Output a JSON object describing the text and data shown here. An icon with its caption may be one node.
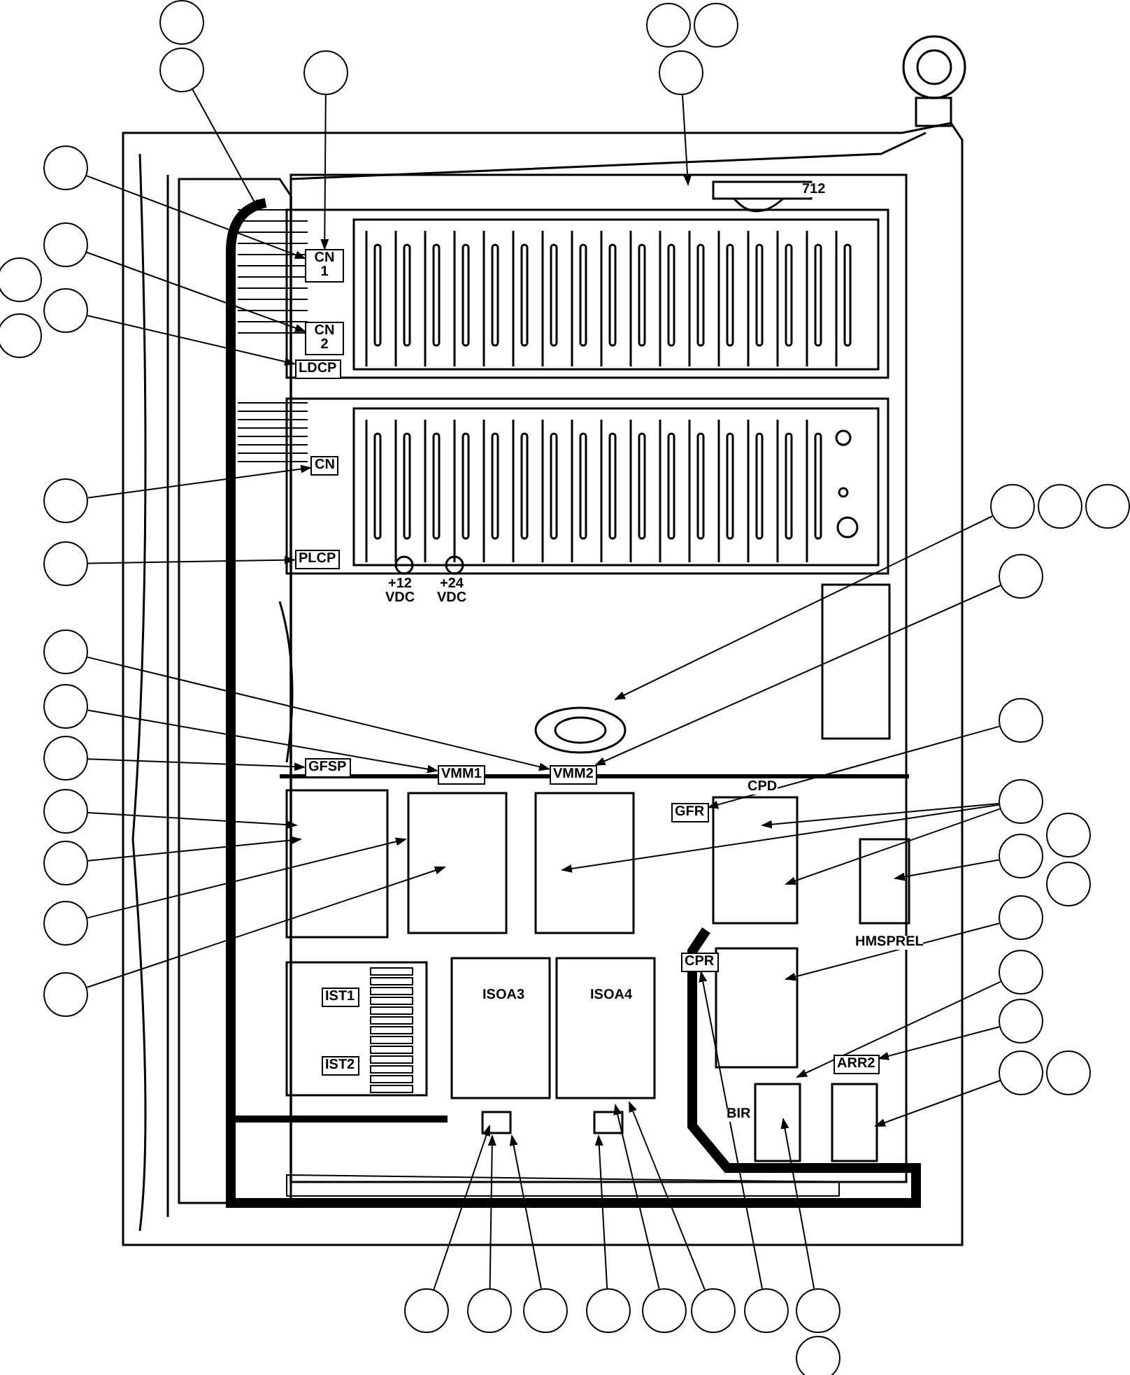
{
  "diagram": {
    "nodes": [
      {
        "text": [],
        "shape": "circle"
      },
      {
        "text": [],
        "shape": "circle"
      },
      {
        "text": [],
        "shape": "circle"
      },
      {
        "text": [],
        "shape": "circle"
      },
      {
        "text": [],
        "shape": "circle"
      },
      {
        "text": [],
        "shape": "circle"
      },
      {
        "text": [],
        "shape": "circle"
      },
      {
        "text": [],
        "shape": "circle"
      },
      {
        "text": [],
        "shape": "circle"
      },
      {
        "text": [],
        "shape": "circle"
      },
      {
        "text": [],
        "shape": "circle"
      },
      {
        "text": [],
        "shape": "circle"
      },
      {
        "text": [],
        "shape": "circle"
      },
      {
        "text": [],
        "shape": "circle"
      },
      {
        "text": [],
        "shape": "circle"
      },
      {
        "text": [],
        "shape": "circle"
      },
      {
        "text": [],
        "shape": "circle"
      },
      {
        "text": [],
        "shape": "circle"
      },
      {
        "text": [],
        "shape": "circle"
      },
      {
        "text": [],
        "shape": "circle"
      },
      {
        "text": [],
        "shape": "circle"
      },
      {
        "text": [],
        "shape": "circle"
      },
      {
        "text": [],
        "shape": "circle"
      },
      {
        "text": [],
        "shape": "circle"
      },
      {
        "text": [],
        "shape": "circle"
      },
      {
        "text": [],
        "shape": "circle"
      },
      {
        "text": [],
        "shape": "circle"
      },
      {
        "text": [],
        "shape": "circle"
      },
      {
        "text": [],
        "shape": "circle"
      },
      {
        "text": [],
        "shape": "circle"
      },
      {
        "text": [],
        "shape": "circle"
      },
      {
        "text": [],
        "shape": "circle"
      },
      {
        "text": [],
        "shape": "circle"
      },
      {
        "text": [],
        "shape": "circle"
      },
      {
        "text": [],
        "shape": "circle"
      },
      {
        "text": [],
        "shape": "circle"
      },
      {
        "text": [],
        "shape": "circle"
      },
      {
        "text": [],
        "shape": "circle"
      },
      {
        "text": [],
        "shape": "circle"
      },
      {
        "text": [],
        "shape": "circle"
      },
      {
        "text": [],
        "shape": "circle"
      },
      {
        "text": [],
        "shape": "circle"
      },
      {
        "text": [],
        "shape": "circle"
      },
      {
        "text": [
          "CN 1"
        ]
      },
      {
        "text": [
          "CN 2"
        ]
      },
      {
        "text": [
          "LDCP"
        ]
      },
      {
        "text": [
          "CN"
        ]
      },
      {
        "text": [
          "PLCP"
        ]
      },
      {
        "text": [
          "GFSP"
        ]
      },
      {
        "text": [
          "VMM1"
        ]
      },
      {
        "text": [
          "VMM2"
        ]
      },
      {
        "text": [
          "GFR"
        ]
      },
      {
        "text": [
          "CPR"
        ]
      },
      {
        "text": [
          "ARR2"
        ]
      },
      {
        "text": [
          "IST1"
        ]
      },
      {
        "text": [
          "IST2"
        ]
      }
    ],
    "edges": [
      {
        "from": 1,
        "to": null,
        "arrow": "to"
      },
      {
        "from": 2,
        "to": 43,
        "arrow": "to"
      },
      {
        "from": 5,
        "to": null,
        "arrow": "to"
      },
      {
        "from": 6,
        "to": 43,
        "arrow": "to"
      },
      {
        "from": 7,
        "to": 44,
        "arrow": "to"
      },
      {
        "from": 9,
        "to": 45,
        "arrow": "to"
      },
      {
        "from": 11,
        "to": 46,
        "arrow": "to"
      },
      {
        "from": 12,
        "to": 47,
        "arrow": "to"
      },
      {
        "from": 13,
        "to": 50,
        "arrow": "to"
      },
      {
        "from": 14,
        "to": 49,
        "arrow": "to"
      },
      {
        "from": 15,
        "to": 48,
        "arrow": "to"
      },
      {
        "from": 16,
        "to": null,
        "arrow": "to"
      },
      {
        "from": 17,
        "to": null,
        "arrow": "to"
      },
      {
        "from": 18,
        "to": null,
        "arrow": "to"
      },
      {
        "from": 19,
        "to": null,
        "arrow": "to"
      },
      {
        "from": 20,
        "to": null,
        "arrow": "to"
      },
      {
        "from": 23,
        "to": 50,
        "arrow": "to"
      },
      {
        "from": 24,
        "to": 51,
        "arrow": "to"
      },
      {
        "from": 25,
        "to": null,
        "arrow": "to"
      },
      {
        "from": 25,
        "to": null,
        "arrow": "to"
      },
      {
        "from": 25,
        "to": null,
        "arrow": "to"
      },
      {
        "from": 26,
        "to": null,
        "arrow": "to"
      },
      {
        "from": 29,
        "to": null,
        "arrow": "to"
      },
      {
        "from": 30,
        "to": null,
        "arrow": "to"
      },
      {
        "from": 31,
        "to": 53,
        "arrow": "to"
      },
      {
        "from": 32,
        "to": null,
        "arrow": "to"
      },
      {
        "from": 34,
        "to": null,
        "arrow": "to"
      },
      {
        "from": 35,
        "to": null,
        "arrow": "to"
      },
      {
        "from": 36,
        "to": null,
        "arrow": "to"
      },
      {
        "from": 37,
        "to": null,
        "arrow": "to"
      },
      {
        "from": 38,
        "to": null,
        "arrow": "to"
      },
      {
        "from": 39,
        "to": null,
        "arrow": "to"
      },
      {
        "from": 40,
        "to": 52,
        "arrow": "to"
      },
      {
        "from": 41,
        "to": null,
        "arrow": "to"
      }
    ],
    "labels": [
      "712",
      "+12 VDC",
      "+24 VDC",
      "CPD",
      "HMSPREL",
      "ISOA3",
      "ISOA4",
      "BIR"
    ]
  }
}
